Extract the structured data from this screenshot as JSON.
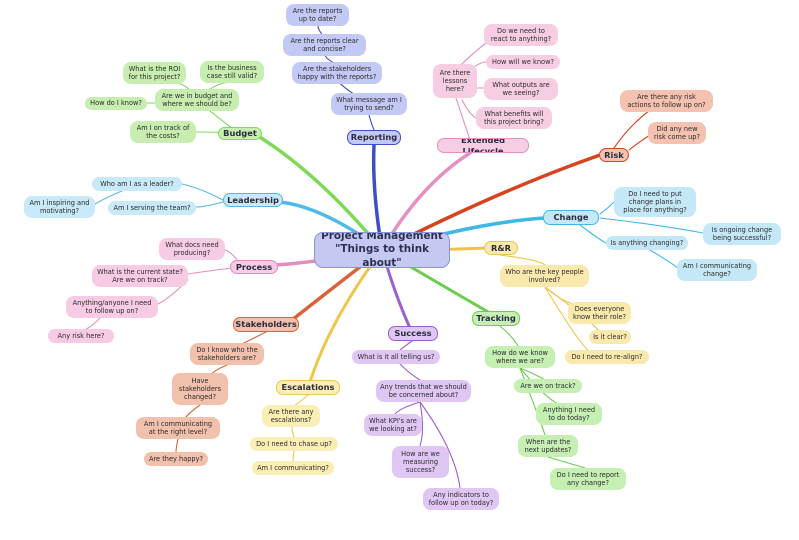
{
  "colors": {
    "root_fill": "#c5c9f2",
    "budget": "#7ed957",
    "budget_fill": "#c7eeb0",
    "reporting": "#3b4fc8",
    "reporting_fill": "#c2c9f4",
    "lifecycle": "#e58fc3",
    "lifecycle_fill": "#f7cde3",
    "risk": "#d6431f",
    "risk_fill": "#f5c2b2",
    "change": "#40b8e6",
    "change_fill": "#c4e8f7",
    "leadership": "#52b9e8",
    "leadership_fill": "#c8e9f8",
    "process": "#e48cc0",
    "process_fill": "#f6cbe3",
    "rr": "#eec34a",
    "rr_fill": "#f9e9ad",
    "stakeholders": "#d9643b",
    "stakeholders_fill": "#f2c1ae",
    "escalations": "#eec64b",
    "escalations_fill": "#fbeeb4",
    "success": "#9c5ed3",
    "success_fill": "#e0c7f3",
    "tracking": "#6ccd4e",
    "tracking_fill": "#c6efb4"
  },
  "root": {
    "label": "Project Management\n\"Things to think about\""
  },
  "branches": {
    "budget": {
      "label": "Budget",
      "items": [
        "What is the ROI\nfor this project?",
        "Is the business\ncase still valid?",
        "Are we in budget and\nwhere we should be?",
        "How do I know?",
        "Am I on track of\nthe costs?"
      ]
    },
    "reporting": {
      "label": "Reporting",
      "items": [
        "Are the reports\nup to date?",
        "Are the reports clear\nand concise?",
        "Are the stakeholders\nhappy with the reports?",
        "What message am I\ntrying to send?"
      ]
    },
    "lifecycle": {
      "label": "Extended Lifecycle",
      "items": [
        "Are there\nlessons\nhere?",
        "Do we need to\nreact to anything?",
        "How will we know?",
        "What outputs are\nwe seeing?",
        "What benefits will\nthis project bring?"
      ]
    },
    "risk": {
      "label": "Risk",
      "items": [
        "Are there any risk\nactions to follow up on?",
        "Did any new\nrisk come up?"
      ]
    },
    "change": {
      "label": "Change",
      "items": [
        "Do I need to put\nchange plans in\nplace for anything?",
        "Is ongoing change\nbeing successful?",
        "Is anything changing?",
        "Am I communicating\nchange?"
      ]
    },
    "leadership": {
      "label": "Leadership",
      "items": [
        "Who am I as a leader?",
        "Am I inspiring and\nmotivating?",
        "Am I serving the team?"
      ]
    },
    "process": {
      "label": "Process",
      "items": [
        "What docs need\nproducing?",
        "What is the current state?\nAre we on track?",
        "Anything/anyone I need\nto follow up on?",
        "Any risk here?"
      ]
    },
    "rr": {
      "label": "R&R",
      "items": [
        "Who are the key people\ninvolved?",
        "Does everyone\nknow their role?",
        "Is it clear?",
        "Do I need to re-align?"
      ]
    },
    "stakeholders": {
      "label": "Stakeholders",
      "items": [
        "Do I know who the\nstakeholders are?",
        "Have\nstakeholders\nchanged?",
        "Am I communicating\nat the right level?",
        "Are they happy?"
      ]
    },
    "escalations": {
      "label": "Escalations",
      "items": [
        "Are there any\nescalations?",
        "Do I need to chase up?",
        "Am I communicating?"
      ]
    },
    "success": {
      "label": "Success",
      "items": [
        "What is it all telling us?",
        "Any trends that we should\nbe concerned about?",
        "What KPI's are\nwe looking at?",
        "How are we\nmeasuring\nsuccess?",
        "Any indicators to\nfollow up on today?"
      ]
    },
    "tracking": {
      "label": "Tracking",
      "items": [
        "How do we know\nwhere we are?",
        "Are we on track?",
        "Anything I need\nto do today?",
        "When are the\nnext updates?",
        "Do I need to report\nany change?"
      ]
    }
  }
}
